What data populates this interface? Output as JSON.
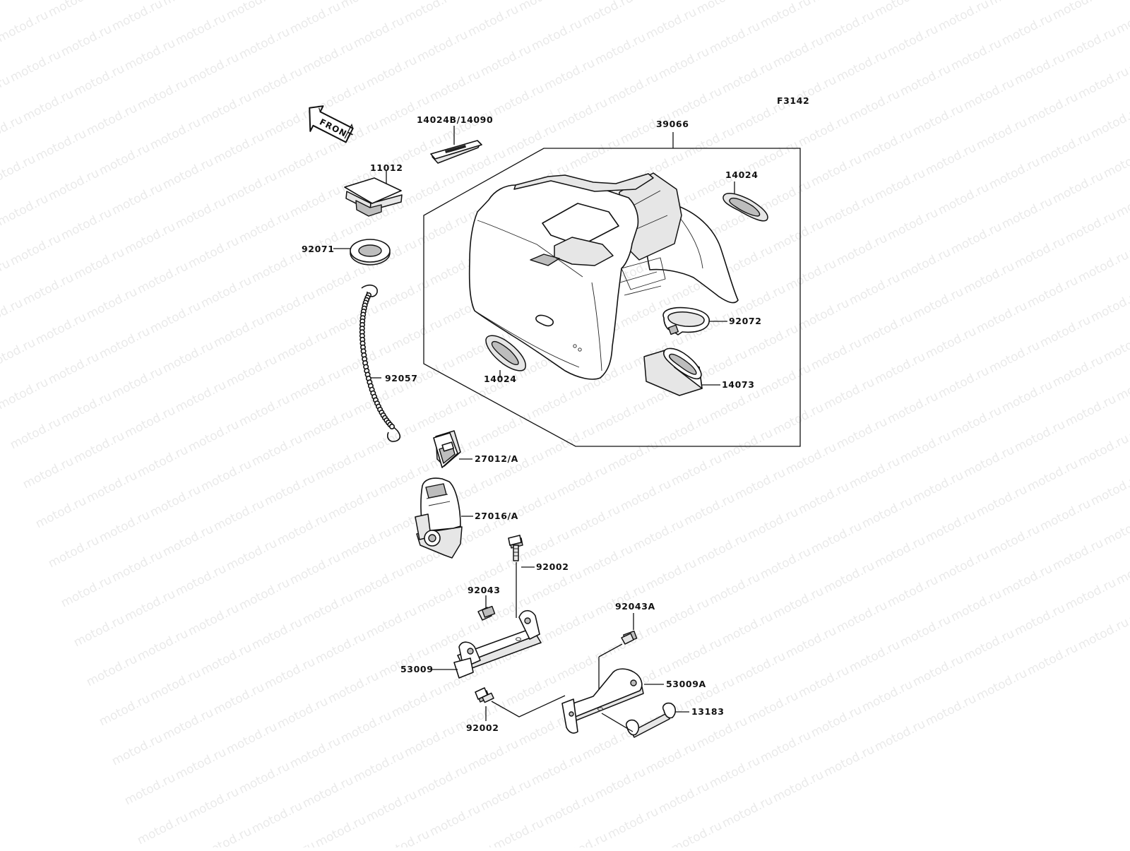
{
  "diagram": {
    "figure_code": "F3142",
    "front_label": "FRONT",
    "watermark_text": "motod.ru",
    "labels": {
      "lbl_14024b_14090": "14024B/14090",
      "lbl_39066": "39066",
      "lbl_11012": "11012",
      "lbl_14024_top": "14024",
      "lbl_92071": "92071",
      "lbl_92072": "92072",
      "lbl_14024_left": "14024",
      "lbl_92057": "92057",
      "lbl_14073": "14073",
      "lbl_27012": "27012/A",
      "lbl_27016": "27016/A",
      "lbl_92002_top": "92002",
      "lbl_92043": "92043",
      "lbl_92043a": "92043A",
      "lbl_53009": "53009",
      "lbl_53009a": "53009A",
      "lbl_92002_bottom": "92002",
      "lbl_13183": "13183"
    }
  }
}
